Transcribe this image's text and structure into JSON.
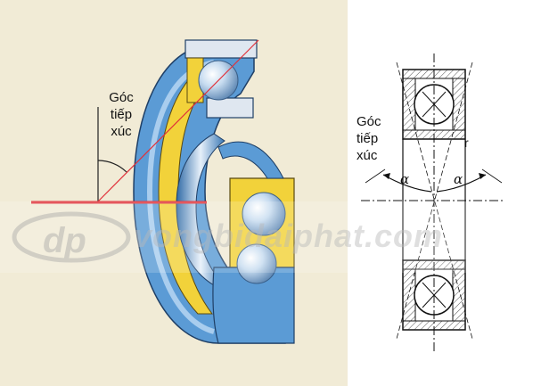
{
  "labels": {
    "left": {
      "line1": "Góc",
      "line2": "tiếp",
      "line3": "xúc"
    },
    "right": {
      "line1": "Góc",
      "line2": "tiếp",
      "line3": "xúc"
    },
    "alpha_left": "α",
    "alpha_right": "α",
    "radius": "r"
  },
  "watermark": {
    "logo": "dp",
    "text": "vongbidaiphat.com"
  },
  "colors": {
    "left_background": "#f1ebd6",
    "ring_blue": "#5b9bd5",
    "cage_yellow": "#f2d23a",
    "contact_line": "#e0323a",
    "section_hatch": "#555555"
  }
}
